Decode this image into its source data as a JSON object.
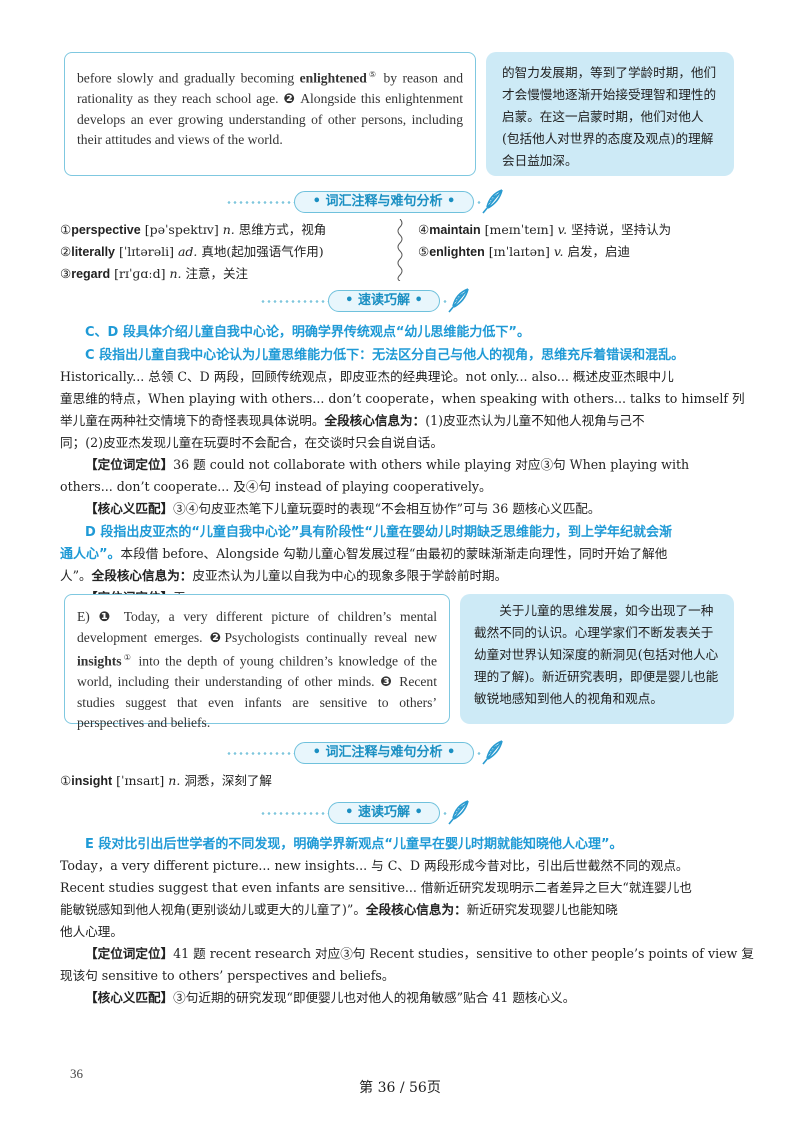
{
  "box1": {
    "en": [
      "before slowly and gradually becoming ",
      "enlightened",
      "⑤",
      " by reason and rationality as they reach school age. ",
      "❷",
      " Alongside this enlightenment develops an ever growing understanding of other persons, including their attitudes and views of the world."
    ],
    "cn": "的智力发展期，等到了学龄时期，他们才会慢慢地逐渐开始接受理智和理性的启蒙。在这一启蒙时期，他们对他人(包括他人对世界的态度及观点)的理解会日益加深。"
  },
  "tags": {
    "vocab": "• 词汇注释与难句分析 •",
    "speed": "• 速读巧解 •"
  },
  "vocab1": {
    "left": [
      {
        "num": "①",
        "word": "perspective",
        "phon": "[pəˈspektɪv]",
        "pos": "n.",
        "def": "思维方式，视角"
      },
      {
        "num": "②",
        "word": "literally",
        "phon": "[ˈlɪtərəli]",
        "pos": "ad.",
        "def": "真地(起加强语气作用)"
      },
      {
        "num": "③",
        "word": "regard",
        "phon": "[rɪˈɡɑːd]",
        "pos": "n.",
        "def": "注意，关注"
      }
    ],
    "right": [
      {
        "num": "④",
        "word": "maintain",
        "phon": "[meɪnˈteɪn]",
        "pos": "v.",
        "def": "坚持说，坚持认为"
      },
      {
        "num": "⑤",
        "word": "enlighten",
        "phon": "[ɪnˈlaɪtən]",
        "pos": "v.",
        "def": "启发，启迪"
      }
    ]
  },
  "speed1": {
    "h1": "C、D 段具体介绍儿童自我中心论，明确学界传统观点“幼儿思维能力低下”。",
    "h2a": "C 段指出儿童自我中心论认为儿童思维能力低下：无法区分自己与他人的视角，思维充斥着错误和混乱。",
    "l1": "Historically... 总领 C、D 两段，回顾传统观点，即皮亚杰的经典理论。not only... also... 概述皮亚杰眼中儿",
    "l2": "童思维的特点，When playing with others... don’t cooperate，when speaking with others... talks to himself 列",
    "l3a": "举儿童在两种社交情境下的奇怪表现具体说明。",
    "l3b": "全段核心信息为：",
    "l3c": "(1)皮亚杰认为儿童不知他人视角与己不",
    "l4": "同；(2)皮亚杰发现儿童在玩耍时不会配合，在交谈时只会自说自话。",
    "l5a": "【定位词定位】",
    "l5b": "36 题 could not collaborate with others while playing 对应③句 When playing with",
    "l6": "others... don’t cooperate... 及④句 instead of playing cooperatively。",
    "l7a": "【核心义匹配】",
    "l7b": "③④句皮亚杰笔下儿童玩耍时的表现“不会相互协作”可与 36 题核心义匹配。",
    "h3a": "D 段指出皮亚杰的“儿童自我中心论”具有阶段性“儿童在婴幼儿时期缺乏思维能力，到上学年纪就会渐",
    "h3b": "通人心”。",
    "l8": "本段借 before、Alongside 勾勒儿童心智发展过程“由最初的蒙昧渐渐走向理性，同时开始了解他",
    "l9a": "人”。",
    "l9b": "全段核心信息为：",
    "l9c": "皮亚杰认为儿童以自我为中心的现象多限于学龄前时期。",
    "l10a": "【定位词定位】",
    "l10b": "无。"
  },
  "box2": {
    "en": [
      "E) ",
      "❶",
      " Today, a very different picture of children’s mental development emerges. ",
      "❷",
      "Psychologists continually reveal new ",
      "insights",
      "①",
      " into the depth of young children’s knowledge of the world, including their understanding of other minds. ",
      "❸",
      " Recent studies suggest that even infants are sensitive to others’ perspectives and beliefs."
    ],
    "cn": "关于儿童的思维发展，如今出现了一种截然不同的认识。心理学家们不断发表关于幼童对世界认知深度的新洞见(包括对他人心理的了解)。新近研究表明，即便是婴儿也能敏锐地感知到他人的视角和观点。"
  },
  "vocab2": {
    "num": "①",
    "word": "insight",
    "phon": "[ˈɪnsaɪt]",
    "pos": "n.",
    "def": "洞悉，深刻了解"
  },
  "speed2": {
    "h1": "E 段对比引出后世学者的不同发现，明确学界新观点“儿童早在婴儿时期就能知晓他人心理”。",
    "l1": "Today，a very different picture... new insights... 与 C、D 两段形成今昔对比，引出后世截然不同的观点。",
    "l2": "Recent studies suggest that even infants are sensitive... 借新近研究发现明示二者差异之巨大“就连婴儿也",
    "l3a": "能敏锐感知到他人视角(更别谈幼儿或更大的儿童了)”。",
    "l3b": "全段核心信息为：",
    "l3c": "新近研究发现婴儿也能知晓",
    "l4": "他人心理。",
    "l5a": "【定位词定位】",
    "l5b": "41 题 recent research 对应③句 Recent studies，sensitive to other people’s points of view 复",
    "l6": "现该句 sensitive to others’ perspectives and beliefs。",
    "l7a": "【核心义匹配】",
    "l7b": "③句近期的研究发现“即便婴儿也对他人的视角敏感”贴合 41 题核心义。"
  },
  "footer": {
    "page_num": "36",
    "page_label": "第 36 / 56页"
  }
}
